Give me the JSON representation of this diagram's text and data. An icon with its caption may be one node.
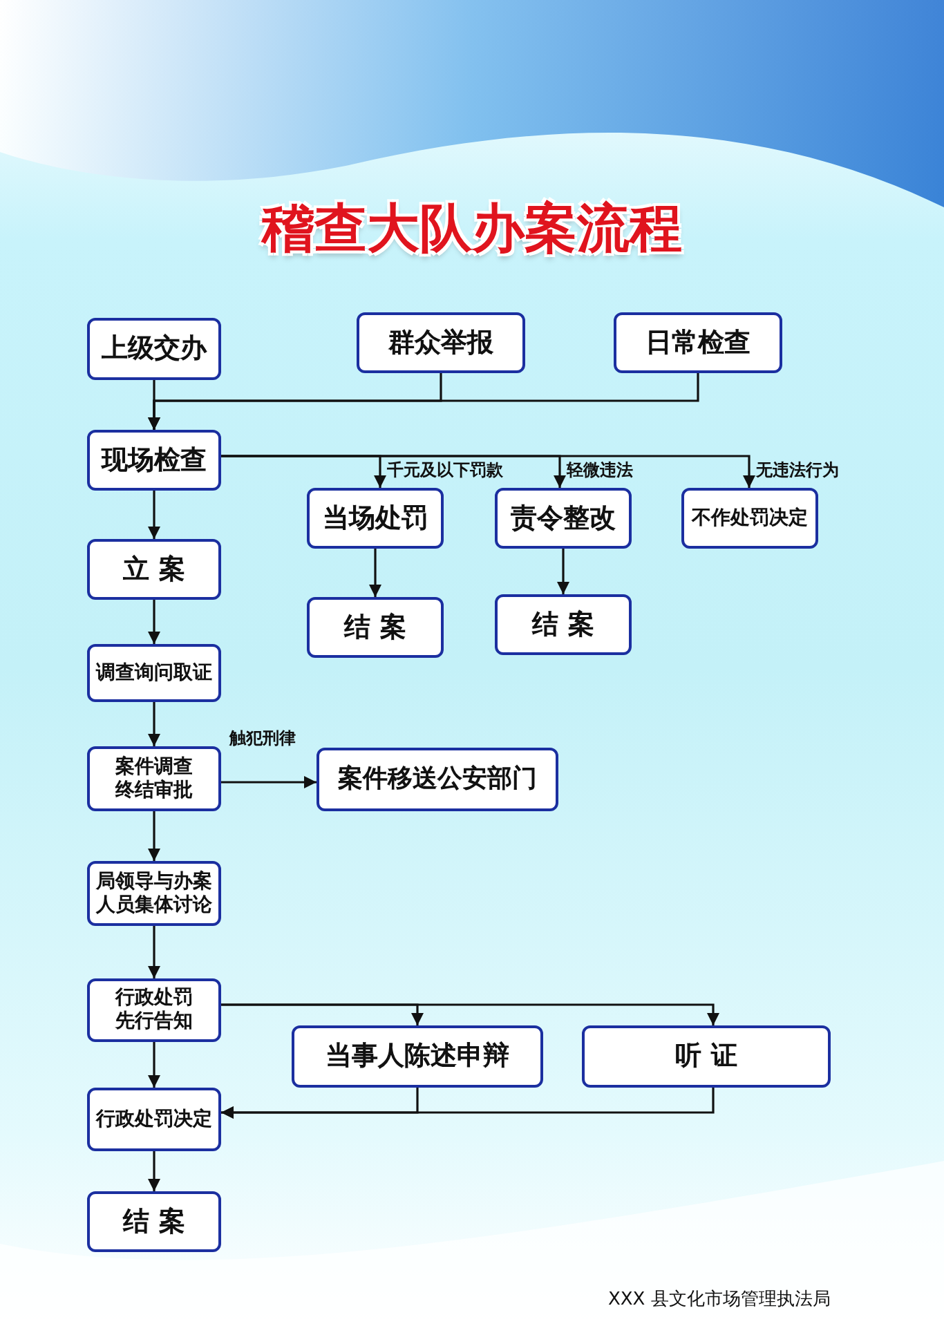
{
  "diagram": {
    "title": "稽查大队办案流程",
    "nodes": [
      {
        "text": [
          "上级交办"
        ]
      },
      {
        "text": [
          "群众举报"
        ]
      },
      {
        "text": [
          "日常检查"
        ]
      },
      {
        "text": [
          "现场检查"
        ]
      },
      {
        "text": [
          "当场处罚"
        ]
      },
      {
        "text": [
          "责令整改"
        ]
      },
      {
        "text": [
          "不作处罚决定"
        ]
      },
      {
        "text": [
          "结 案"
        ]
      },
      {
        "text": [
          "结 案"
        ]
      },
      {
        "text": [
          "立 案"
        ]
      },
      {
        "text": [
          "调查询问取证"
        ]
      },
      {
        "text": [
          "案件调查终结审批"
        ]
      },
      {
        "text": [
          "案件移送公安部门"
        ]
      },
      {
        "text": [
          "局领导与办案人员集体讨论"
        ]
      },
      {
        "text": [
          "行政处罚先行告知"
        ]
      },
      {
        "text": [
          "当事人陈述申辩"
        ]
      },
      {
        "text": [
          "听 证"
        ]
      },
      {
        "text": [
          "行政处罚决定"
        ]
      },
      {
        "text": [
          "结 案"
        ]
      }
    ],
    "edges": [
      {
        "from": 0,
        "to": 3,
        "arrow": "to"
      },
      {
        "from": 1,
        "to": 3,
        "arrow": "to"
      },
      {
        "from": 2,
        "to": 3,
        "arrow": "to"
      },
      {
        "from": 3,
        "to": 4,
        "arrow": "to",
        "label": "千元及以下罚款"
      },
      {
        "from": 3,
        "to": 5,
        "arrow": "to",
        "label": "轻微违法"
      },
      {
        "from": 3,
        "to": 6,
        "arrow": "to",
        "label": "无违法行为"
      },
      {
        "from": 3,
        "to": 9,
        "arrow": "to"
      },
      {
        "from": 4,
        "to": 7,
        "arrow": "to"
      },
      {
        "from": 5,
        "to": 8,
        "arrow": "to"
      },
      {
        "from": 9,
        "to": 10,
        "arrow": "to"
      },
      {
        "from": 10,
        "to": 11,
        "arrow": "to"
      },
      {
        "from": 11,
        "to": 12,
        "arrow": "to",
        "label": "触犯刑律"
      },
      {
        "from": 11,
        "to": 13,
        "arrow": "to"
      },
      {
        "from": 13,
        "to": 14,
        "arrow": "to"
      },
      {
        "from": 14,
        "to": 15,
        "arrow": "to"
      },
      {
        "from": 14,
        "to": 16,
        "arrow": "to"
      },
      {
        "from": 14,
        "to": 17,
        "arrow": "to"
      },
      {
        "from": 15,
        "to": 17,
        "arrow": "to"
      },
      {
        "from": 16,
        "to": 17,
        "arrow": "to"
      },
      {
        "from": 17,
        "to": 18,
        "arrow": "to"
      }
    ],
    "labels": [
      "XXX 县文化市场管理执法局"
    ]
  }
}
